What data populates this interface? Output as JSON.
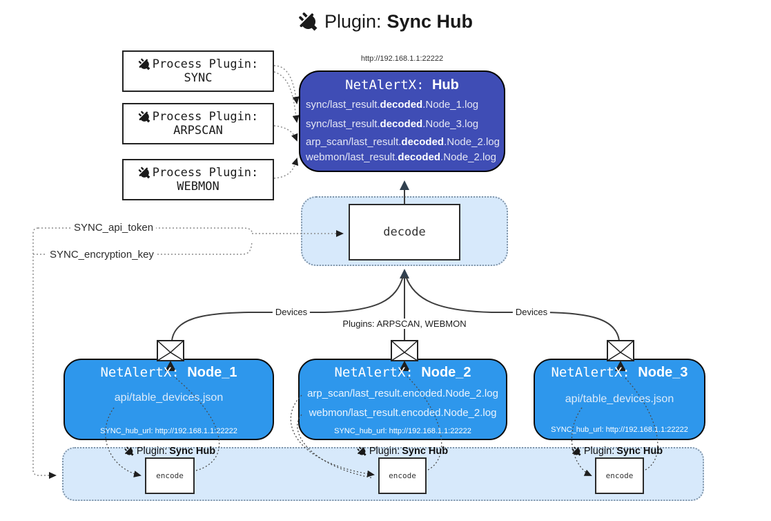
{
  "title": {
    "label": "Plugin:",
    "name": "Sync Hub"
  },
  "process_plugins": [
    {
      "label": "Process Plugin:",
      "name": "SYNC"
    },
    {
      "label": "Process Plugin:",
      "name": "ARPSCAN"
    },
    {
      "label": "Process Plugin:",
      "name": "WEBMON"
    }
  ],
  "hub": {
    "url": "http://192.168.1.1:22222",
    "prefix": "NetAlertX: ",
    "name": "Hub",
    "logs": [
      {
        "pre": "sync/last_result.",
        "mid": "decoded",
        "post": ".Node_1.log"
      },
      {
        "pre": "sync/last_result.",
        "mid": "decoded",
        "post": ".Node_3.log"
      },
      {
        "pre": "arp_scan/last_result.",
        "mid": "decoded",
        "post": ".Node_2.log"
      },
      {
        "pre": "webmon/last_result.",
        "mid": "decoded",
        "post": ".Node_2.log"
      }
    ]
  },
  "decode": {
    "label": "decode"
  },
  "config": {
    "api_token": "SYNC_api_token",
    "encryption_key": "SYNC_encryption_key"
  },
  "edge_labels": {
    "devices_left": "Devices",
    "devices_right": "Devices",
    "plugins": "Plugins: ARPSCAN, WEBMON"
  },
  "nodes": [
    {
      "prefix": "NetAlertX: ",
      "name": "Node_1",
      "files": [
        "api/table_devices.json"
      ],
      "hub_url": "SYNC_hub_url: http://192.168.1.1:22222"
    },
    {
      "prefix": "NetAlertX: ",
      "name": "Node_2",
      "files": [
        "arp_scan/last_result.encoded.Node_2.log",
        "webmon/last_result.encoded.Node_2.log"
      ],
      "hub_url": "SYNC_hub_url: http://192.168.1.1:22222"
    },
    {
      "prefix": "NetAlertX: ",
      "name": "Node_3",
      "files": [
        "api/table_devices.json"
      ],
      "hub_url": "SYNC_hub_url: http://192.168.1.1:22222"
    }
  ],
  "encoders": [
    {
      "label": "Plugin:",
      "name": "Sync Hub",
      "box": "encode"
    },
    {
      "label": "Plugin:",
      "name": "Sync Hub",
      "box": "encode"
    },
    {
      "label": "Plugin:",
      "name": "Sync Hub",
      "box": "encode"
    }
  ],
  "colors": {
    "hub_fill": "#3f4db5",
    "node_fill": "#2e97ec",
    "panel_fill": "#d7e9fb",
    "panel_border": "#8094a8",
    "arrowhead": "#31404f",
    "line": "#3d3d3d"
  }
}
